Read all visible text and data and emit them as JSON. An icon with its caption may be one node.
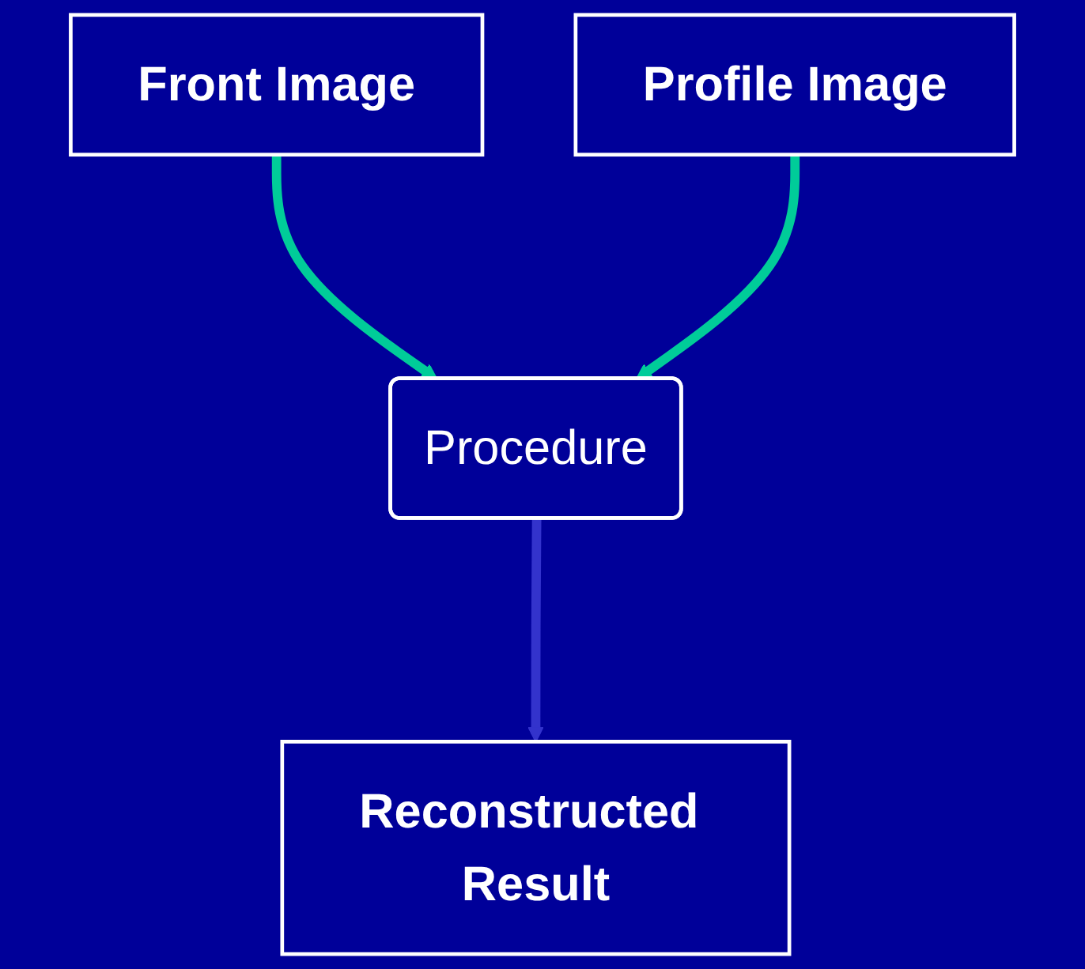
{
  "diagram": {
    "nodes": [
      {
        "text": [
          "Front Image"
        ]
      },
      {
        "text": [
          "Profile Image"
        ]
      },
      {
        "text": [
          "Procedure"
        ]
      },
      {
        "text": [
          "Reconstructed Result"
        ]
      }
    ],
    "edges": [
      {
        "from": 0,
        "to": 2,
        "arrow": "to"
      },
      {
        "from": 1,
        "to": 2,
        "arrow": "to"
      },
      {
        "from": 2,
        "to": 3,
        "arrow": "to",
        "color": "#3333cc"
      }
    ]
  }
}
